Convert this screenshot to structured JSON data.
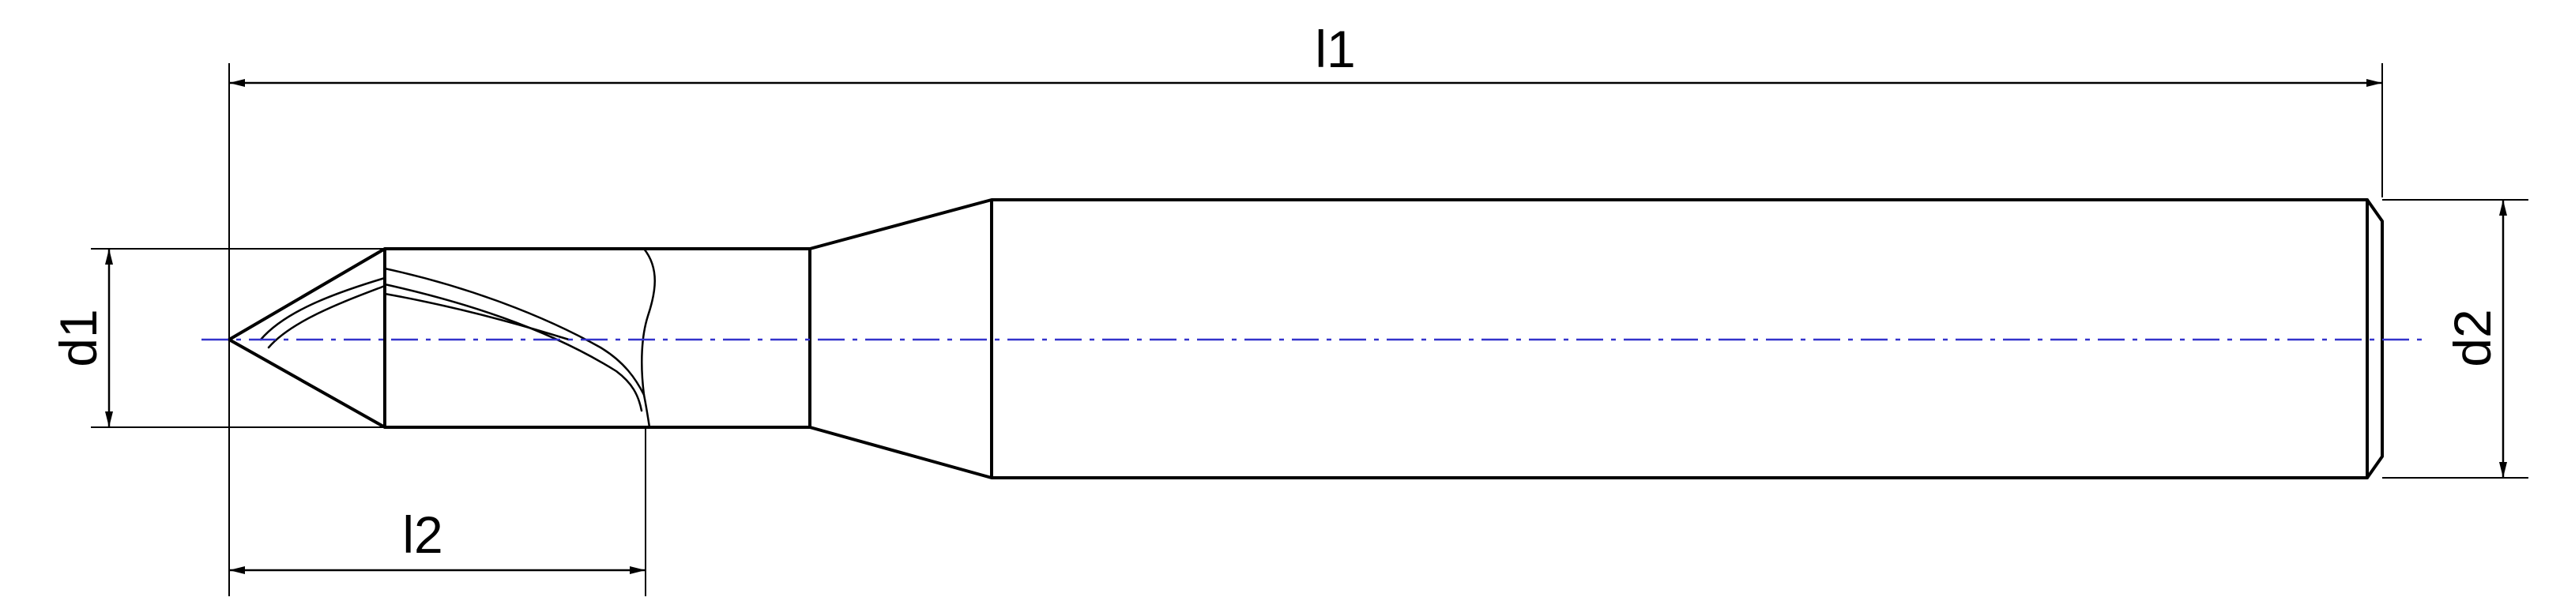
{
  "drawing": {
    "labels": {
      "l1": "l1",
      "l2": "l2",
      "d1": "d1",
      "d2": "d2"
    },
    "colors": {
      "outline": "#000000",
      "centerline": "#3333cc",
      "background": "#ffffff"
    }
  }
}
